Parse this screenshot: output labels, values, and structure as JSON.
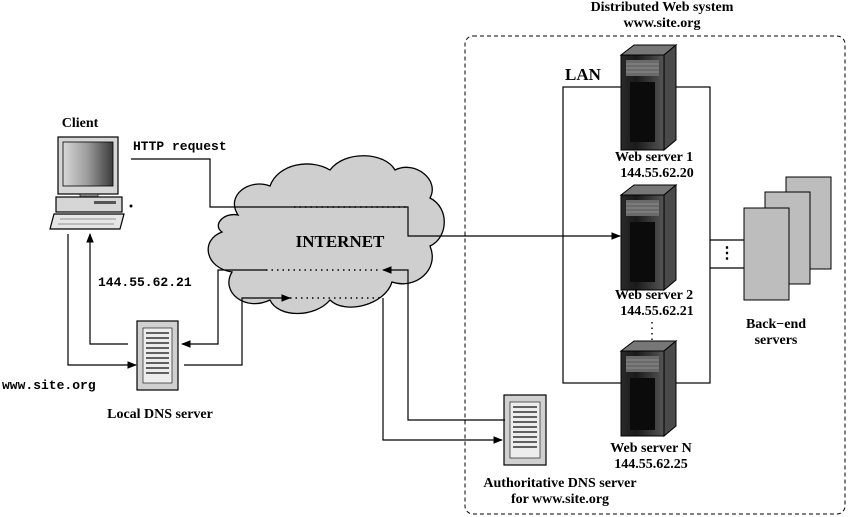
{
  "system": {
    "title": "Distributed Web system",
    "domain": "www.site.org",
    "lan_label": "LAN"
  },
  "client": {
    "label": "Client",
    "request_label": "HTTP request",
    "ip_reply": "144.55.62.21",
    "query_label": "www.site.org"
  },
  "internet": {
    "label": "INTERNET"
  },
  "local_dns": {
    "label": "Local DNS server"
  },
  "auth_dns": {
    "label_line1": "Authoritative DNS server",
    "label_line2": "for www.site.org"
  },
  "web_servers": [
    {
      "name": "Web server 1",
      "ip": "144.55.62.20"
    },
    {
      "name": "Web server 2",
      "ip": "144.55.62.21"
    },
    {
      "name": "Web server N",
      "ip": "144.55.62.25"
    }
  ],
  "backend": {
    "label_line1": "Back−end",
    "label_line2": "servers"
  }
}
